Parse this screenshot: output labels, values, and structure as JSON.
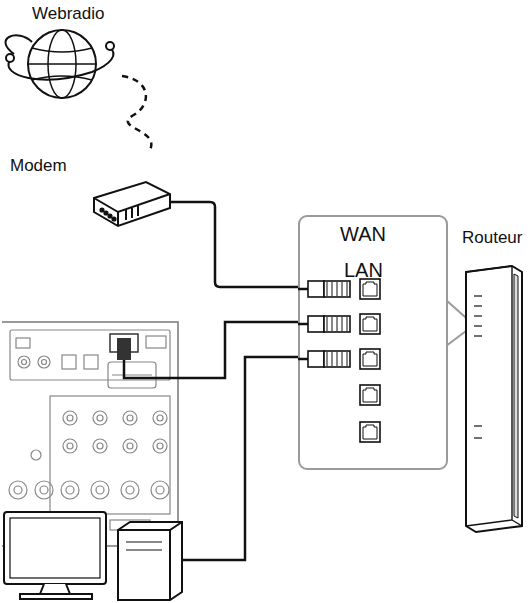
{
  "diagram": {
    "nodes": [
      {
        "text": [
          "Webradio"
        ]
      },
      {
        "text": [
          "Modem"
        ]
      },
      {
        "text": [
          "WAN",
          "LAN"
        ]
      },
      {
        "text": [
          "Routeur"
        ]
      }
    ],
    "edges": [
      {
        "from": 0,
        "to": 1,
        "arrow": "none"
      },
      {
        "from": 1,
        "to": 2,
        "arrow": "none"
      }
    ]
  }
}
